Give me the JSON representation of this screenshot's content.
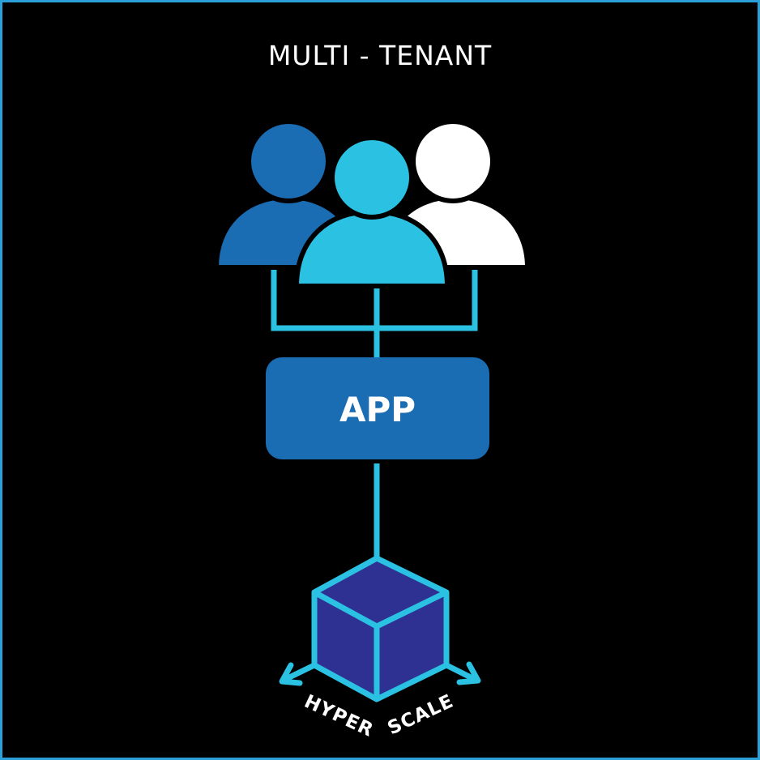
{
  "diagram": {
    "title": "MULTI - TENANT",
    "app_label": "APP",
    "scale_labels": {
      "left": "HYPER",
      "right": "SCALE"
    },
    "colors": {
      "border": "#2a9fd8",
      "background": "#000000",
      "tenant_left": "#1a6cb3",
      "tenant_center": "#2bc1e2",
      "tenant_right": "#ffffff",
      "connector": "#2bc1e2",
      "app_box": "#1a6cb3",
      "cube_fill": "#2e3192",
      "cube_stroke": "#2bc1e2"
    },
    "icons": [
      "tenant-user-icon",
      "tenant-user-icon",
      "tenant-user-icon",
      "cube-icon",
      "arrow-left-icon",
      "arrow-right-icon"
    ]
  }
}
